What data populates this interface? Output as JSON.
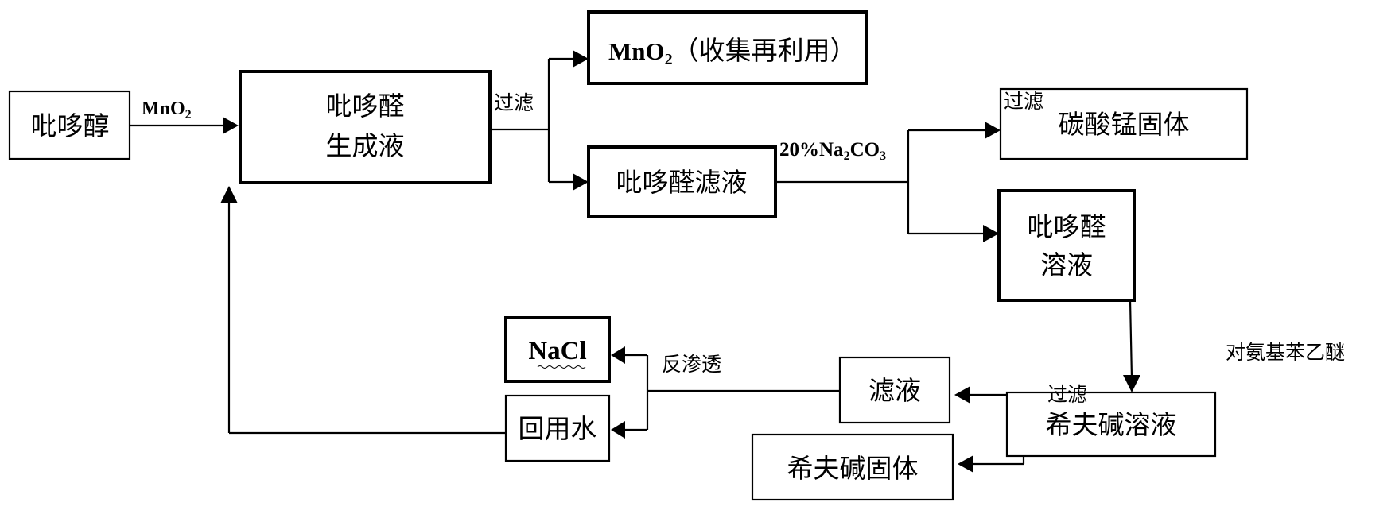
{
  "diagram": {
    "type": "process-flowchart",
    "nodes": {
      "pyridoxol": "吡哆醇",
      "pyridoxal_reaction_liquid_line1": "吡哆醛",
      "pyridoxal_reaction_liquid_line2": "生成液",
      "mno2_recycle_formula_main": "MnO",
      "mno2_recycle_formula_sub": "2",
      "mno2_recycle_note": "（收集再利用）",
      "pyridoxal_filtrate": "吡哆醛滤液",
      "manganese_carbonate_solid": "碳酸锰固体",
      "pyridoxal_solution_line1": "吡哆醛",
      "pyridoxal_solution_line2": "溶液",
      "schiff_base_solution": "希夫碱溶液",
      "filtrate": "滤液",
      "schiff_base_solid": "希夫碱固体",
      "nacl": "NaCl",
      "recycled_water": "回用水"
    },
    "edge_labels": {
      "mno2_main": "MnO",
      "mno2_sub": "2",
      "filter_1": "过滤",
      "na2co3_pre": "20%Na",
      "na2co3_sub1": "2",
      "na2co3_mid": "CO",
      "na2co3_sub2": "3",
      "filter_2": "过滤",
      "p_phenetidine": "对氨基苯乙醚",
      "filter_3": "过滤",
      "reverse_osmosis": "反渗透"
    },
    "edges": [
      {
        "from": "吡哆醇",
        "to": "吡哆醛生成液",
        "label": "MnO2"
      },
      {
        "from": "吡哆醛生成液",
        "to": "MnO2（收集再利用）",
        "label": "过滤"
      },
      {
        "from": "吡哆醛生成液",
        "to": "吡哆醛滤液",
        "label": "过滤"
      },
      {
        "from": "吡哆醛滤液",
        "to": "碳酸锰固体",
        "label": "20%Na2CO3 / 过滤"
      },
      {
        "from": "吡哆醛滤液",
        "to": "吡哆醛溶液",
        "label": "20%Na2CO3 / 过滤"
      },
      {
        "from": "吡哆醛溶液",
        "to": "希夫碱溶液",
        "label": "对氨基苯乙醚"
      },
      {
        "from": "希夫碱溶液",
        "to": "滤液",
        "label": "过滤"
      },
      {
        "from": "希夫碱溶液",
        "to": "希夫碱固体",
        "label": "过滤"
      },
      {
        "from": "滤液",
        "to": "NaCl",
        "label": "反渗透"
      },
      {
        "from": "滤液",
        "to": "回用水",
        "label": "反渗透"
      },
      {
        "from": "回用水",
        "to": "吡哆醛生成液",
        "label": ""
      }
    ]
  }
}
